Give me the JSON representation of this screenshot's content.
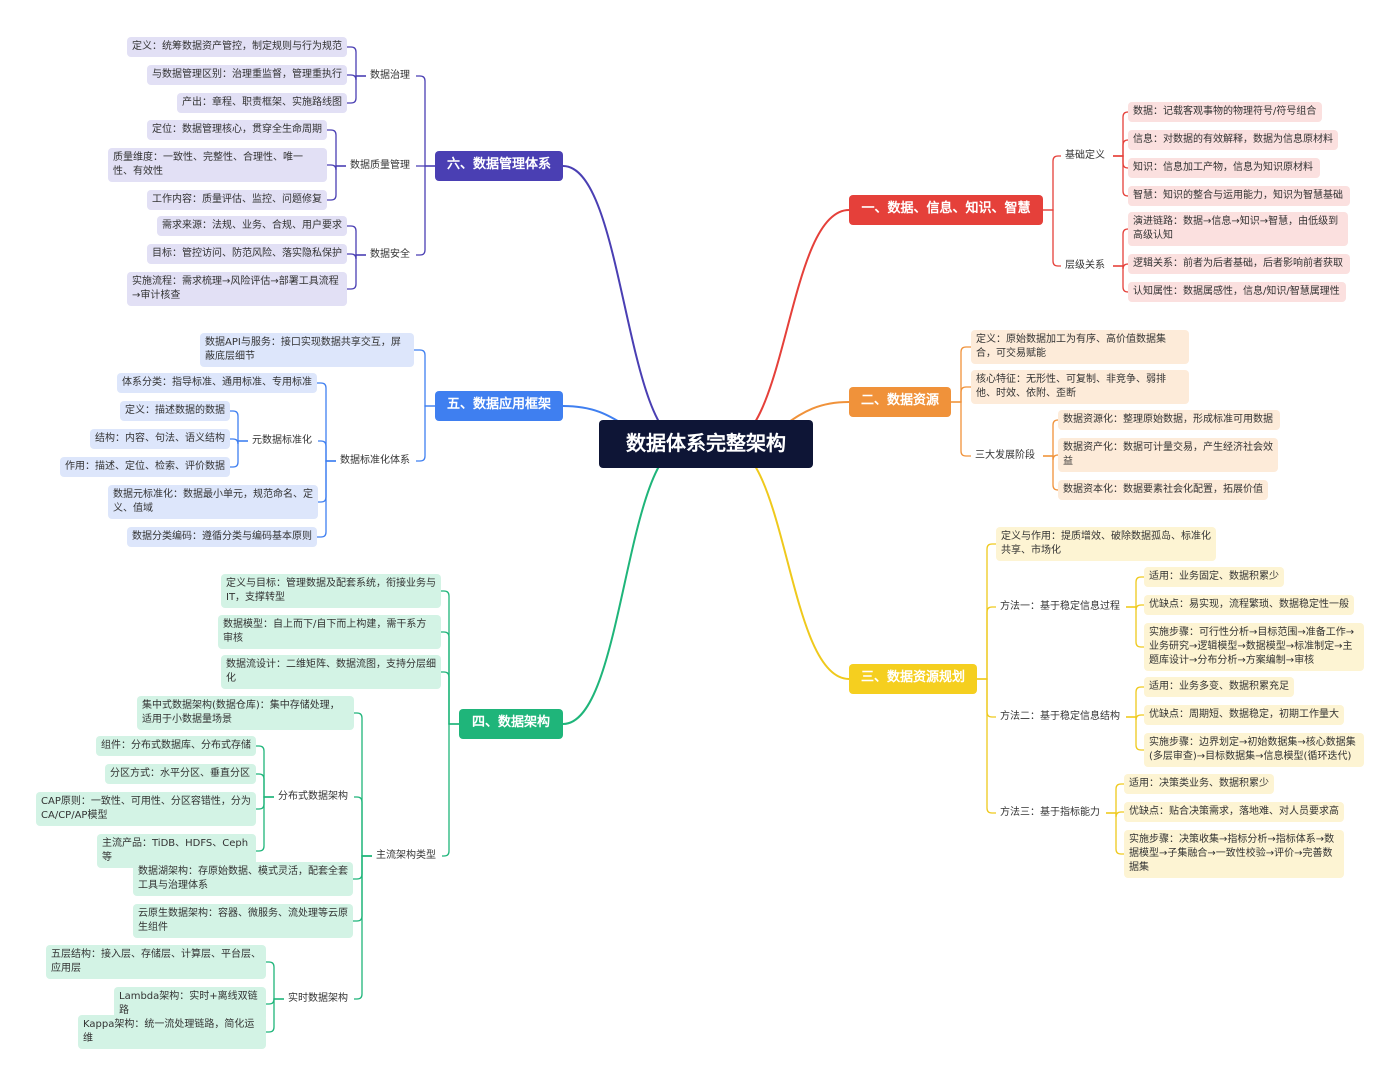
{
  "root": "数据体系完整架构",
  "branches": [
    {
      "label": "一、数据、信息、知识、智慧",
      "color": "#e5403a",
      "bg": "#e5403a",
      "light": "#fbe0df",
      "children": [
        {
          "label": "基础定义",
          "children": [
            {
              "label": "数据：记载客观事物的物理符号/符号组合"
            },
            {
              "label": "信息：对数据的有效解释，数据为信息原材料"
            },
            {
              "label": "知识：信息加工产物，信息为知识原材料"
            },
            {
              "label": "智慧：知识的整合与运用能力，知识为智慧基础"
            }
          ]
        },
        {
          "label": "层级关系",
          "children": [
            {
              "label": "演进链路：数据→信息→知识→智慧，由低级到高级认知"
            },
            {
              "label": "逻辑关系：前者为后者基础，后者影响前者获取"
            },
            {
              "label": "认知属性：数据属感性，信息/知识/智慧属理性"
            }
          ]
        }
      ]
    },
    {
      "label": "二、数据资源",
      "color": "#f0923a",
      "bg": "#f0923a",
      "light": "#fdebd9",
      "children": [
        {
          "label": "定义：原始数据加工为有序、高价值数据集合，可交易赋能"
        },
        {
          "label": "核心特征：无形性、可复制、非竞争、弱排他、时效、依附、歪断"
        },
        {
          "label": "三大发展阶段",
          "children": [
            {
              "label": "数据资源化：整理原始数据，形成标准可用数据"
            },
            {
              "label": "数据资产化：数据可计量交易，产生经济社会效益"
            },
            {
              "label": "数据资本化：数据要素社会化配置，拓展价值"
            }
          ]
        }
      ]
    },
    {
      "label": "三、数据资源规划",
      "color": "#efc91c",
      "bg": "#f5cf1f",
      "light": "#fdf4d3",
      "children": [
        {
          "label": "定义与作用：提质增效、破除数据孤岛、标准化共享、市场化"
        },
        {
          "label": "方法一：基于稳定信息过程",
          "children": [
            {
              "label": "适用：业务固定、数据积累少"
            },
            {
              "label": "优缺点：易实现，流程繁琐、数据稳定性一般"
            },
            {
              "label": "实施步骤：可行性分析→目标范围→准备工作→业务研究→逻辑模型→数据模型→标准制定→主题库设计→分布分析→方案编制→审核"
            }
          ]
        },
        {
          "label": "方法二：基于稳定信息结构",
          "children": [
            {
              "label": "适用：业务多变、数据积累充足"
            },
            {
              "label": "优缺点：周期短、数据稳定，初期工作量大"
            },
            {
              "label": "实施步骤：边界划定→初始数据集→核心数据集(多层审查)→目标数据集→信息模型(循环迭代)"
            }
          ]
        },
        {
          "label": "方法三：基于指标能力",
          "children": [
            {
              "label": "适用：决策类业务、数据积累少"
            },
            {
              "label": "优缺点：贴合决策需求，落地难、对人员要求高"
            },
            {
              "label": "实施步骤：决策收集→指标分析→指标体系→数据模型→子集融合→一致性校验→评价→完善数据集"
            }
          ]
        }
      ]
    },
    {
      "label": "四、数据架构",
      "color": "#1fb57a",
      "bg": "#1fb57a",
      "light": "#d3f3e5",
      "children": [
        {
          "label": "定义与目标：管理数据及配套系统，衔接业务与IT，支撑转型"
        },
        {
          "label": "数据模型：自上而下/自下而上构建，需干系方审核"
        },
        {
          "label": "数据流设计：二维矩阵、数据流图，支持分层细化"
        },
        {
          "label": "主流架构类型",
          "children": [
            {
              "label": "集中式数据架构(数据仓库)：集中存储处理，适用于小数据量场景"
            },
            {
              "label": "分布式数据架构",
              "children": [
                {
                  "label": "组件：分布式数据库、分布式存储"
                },
                {
                  "label": "分区方式：水平分区、垂直分区"
                },
                {
                  "label": "CAP原则：一致性、可用性、分区容错性，分为CA/CP/AP模型"
                },
                {
                  "label": "主流产品：TiDB、HDFS、Ceph等"
                }
              ]
            },
            {
              "label": "数据湖架构：存原始数据、模式灵活，配套全套工具与治理体系"
            },
            {
              "label": "云原生数据架构：容器、微服务、流处理等云原生组件"
            },
            {
              "label": "实时数据架构",
              "children": [
                {
                  "label": "五层结构：接入层、存储层、计算层、平台层、应用层"
                },
                {
                  "label": "Lambda架构：实时+离线双链路"
                },
                {
                  "label": "Kappa架构：统一流处理链路，简化运维"
                }
              ]
            }
          ]
        }
      ]
    },
    {
      "label": "五、数据应用框架",
      "color": "#3f7ff0",
      "bg": "#3f7ff0",
      "light": "#dde6fb",
      "children": [
        {
          "label": "数据API与服务：接口实现数据共享交互，屏蔽底层细节"
        },
        {
          "label": "数据标准化体系",
          "children": [
            {
              "label": "体系分类：指导标准、通用标准、专用标准"
            },
            {
              "label": "元数据标准化",
              "children": [
                {
                  "label": "定义：描述数据的数据"
                },
                {
                  "label": "结构：内容、句法、语义结构"
                },
                {
                  "label": "作用：描述、定位、检索、评价数据"
                }
              ]
            },
            {
              "label": "数据元标准化：数据最小单元，规范命名、定义、值域"
            },
            {
              "label": "数据分类编码：遵循分类与编码基本原则"
            }
          ]
        }
      ]
    },
    {
      "label": "六、数据管理体系",
      "color": "#4a3fb3",
      "bg": "#4a3fb3",
      "light": "#e2e0f5",
      "children": [
        {
          "label": "数据治理",
          "children": [
            {
              "label": "定义：统筹数据资产管控，制定规则与行为规范"
            },
            {
              "label": "与数据管理区别：治理重监督，管理重执行"
            },
            {
              "label": "产出：章程、职责框架、实施路线图"
            }
          ]
        },
        {
          "label": "数据质量管理",
          "children": [
            {
              "label": "定位：数据管理核心，贯穿全生命周期"
            },
            {
              "label": "质量维度：一致性、完整性、合理性、唯一性、有效性"
            },
            {
              "label": "工作内容：质量评估、监控、问题修复"
            }
          ]
        },
        {
          "label": "数据安全",
          "children": [
            {
              "label": "需求来源：法规、业务、合规、用户要求"
            },
            {
              "label": "目标：管控访问、防范风险、落实隐私保护"
            },
            {
              "label": "实施流程：需求梳理→风险评估→部署工具流程→审计核查"
            }
          ]
        }
      ]
    }
  ]
}
